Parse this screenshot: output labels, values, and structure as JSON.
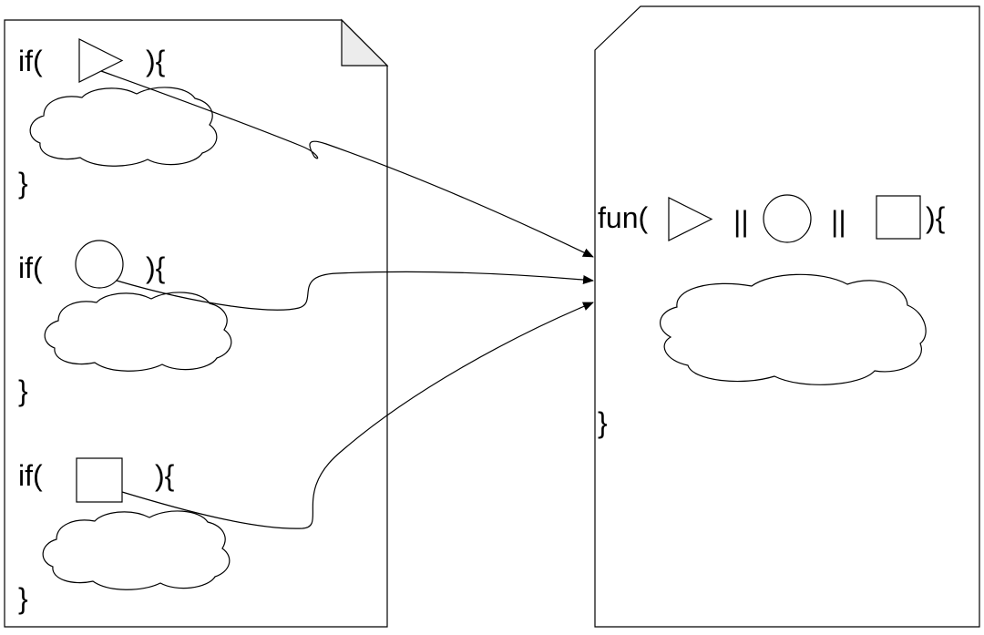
{
  "left_doc": {
    "blocks": [
      {
        "open": "if(",
        "close": "){",
        "end": "}",
        "shape": "triangle"
      },
      {
        "open": "if(",
        "close": "){",
        "end": "}",
        "shape": "circle"
      },
      {
        "open": "if(",
        "close": "){",
        "end": "}",
        "shape": "square"
      }
    ]
  },
  "right_doc": {
    "open": "fun(",
    "separator_1": "||",
    "separator_2": "||",
    "close": "){",
    "end": "}",
    "shapes": [
      "triangle",
      "circle",
      "square"
    ]
  },
  "arrows": [
    {
      "from": "triangle",
      "to": "fun-signature"
    },
    {
      "from": "circle",
      "to": "fun-signature"
    },
    {
      "from": "square",
      "to": "fun-signature"
    }
  ]
}
